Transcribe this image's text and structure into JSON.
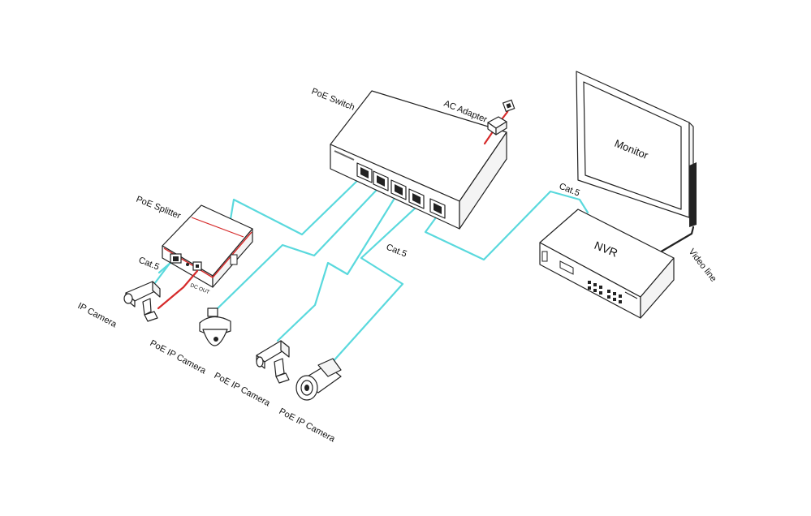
{
  "colors": {
    "cat5_cable": "#5ad9dd",
    "power_cable": "#d62b2b",
    "video_line": "#222222",
    "outline": "#222222"
  },
  "labels": {
    "poe_switch": "PoE Switch",
    "ac_adapter": "AC Adapter",
    "monitor": "Monitor",
    "nvr": "NVR",
    "video_line": "Video line",
    "poe_splitter": "PoE Splitter",
    "cat5_splitter": "Cat.5",
    "cat5_middle": "Cat.5",
    "cat5_nvr": "Cat.5",
    "dc_out": "DC OUT",
    "ip_camera": "IP Camera",
    "poe_ip_camera_1": "PoE IP Camera",
    "poe_ip_camera_2": "PoE IP Camera",
    "poe_ip_camera_3": "PoE IP Camera"
  }
}
